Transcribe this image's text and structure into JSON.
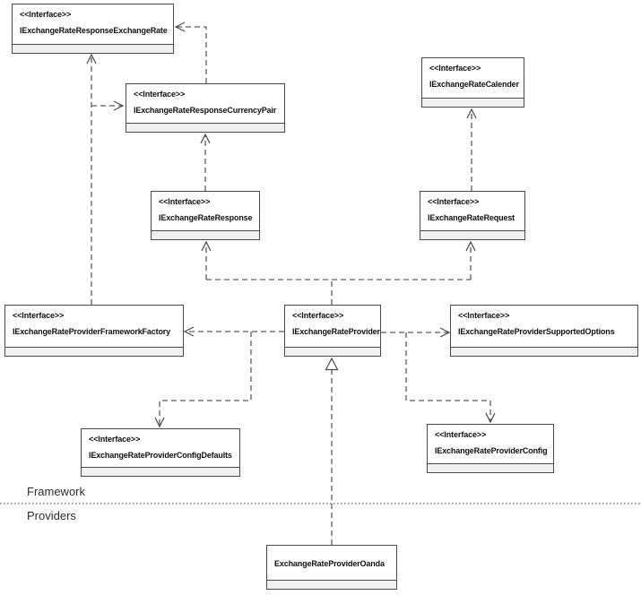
{
  "layers": {
    "framework_label": "Framework",
    "providers_label": "Providers"
  },
  "boxes": [
    {
      "stereotype": "<<Interface>>",
      "name": "IExchangeRateResponseExchangeRate"
    },
    {
      "stereotype": "<<Interface>>",
      "name": "IExchangeRateResponseCurrencyPair"
    },
    {
      "stereotype": "<<Interface>>",
      "name": "IExchangeRateCalender"
    },
    {
      "stereotype": "<<Interface>>",
      "name": "IExchangeRateResponse"
    },
    {
      "stereotype": "<<Interface>>",
      "name": "IExchangeRateRequest"
    },
    {
      "stereotype": "<<Interface>>",
      "name": "IExchangeRateProviderFrameworkFactory"
    },
    {
      "stereotype": "<<Interface>>",
      "name": "IExchangeRateProvider"
    },
    {
      "stereotype": "<<Interface>>",
      "name": "IExchangeRateProviderSupportedOptions"
    },
    {
      "stereotype": "<<Interface>>",
      "name": "IExchangeRateProviderConfigDefaults"
    },
    {
      "stereotype": "<<Interface>>",
      "name": "IExchangeRateProviderConfig"
    },
    {
      "name": "ExchangeRateProviderOanda"
    }
  ],
  "relationships": [
    {
      "from": "IExchangeRateResponseCurrencyPair",
      "to": "IExchangeRateResponseExchangeRate",
      "type": "dependency"
    },
    {
      "from": "IExchangeRateProviderFrameworkFactory",
      "to": "IExchangeRateResponseExchangeRate",
      "type": "dependency"
    },
    {
      "from": "IExchangeRateProviderFrameworkFactory",
      "to": "IExchangeRateResponseCurrencyPair",
      "type": "dependency"
    },
    {
      "from": "IExchangeRateResponse",
      "to": "IExchangeRateResponseCurrencyPair",
      "type": "dependency"
    },
    {
      "from": "IExchangeRateRequest",
      "to": "IExchangeRateCalender",
      "type": "dependency"
    },
    {
      "from": "IExchangeRateProvider",
      "to": "IExchangeRateResponse",
      "type": "dependency"
    },
    {
      "from": "IExchangeRateProvider",
      "to": "IExchangeRateRequest",
      "type": "dependency"
    },
    {
      "from": "IExchangeRateProvider",
      "to": "IExchangeRateProviderFrameworkFactory",
      "type": "dependency"
    },
    {
      "from": "IExchangeRateProvider",
      "to": "IExchangeRateProviderSupportedOptions",
      "type": "dependency"
    },
    {
      "from": "IExchangeRateProvider",
      "to": "IExchangeRateProviderConfigDefaults",
      "type": "dependency"
    },
    {
      "from": "IExchangeRateProvider",
      "to": "IExchangeRateProviderConfig",
      "type": "dependency"
    },
    {
      "from": "ExchangeRateProviderOanda",
      "to": "IExchangeRateProvider",
      "type": "realization"
    }
  ]
}
